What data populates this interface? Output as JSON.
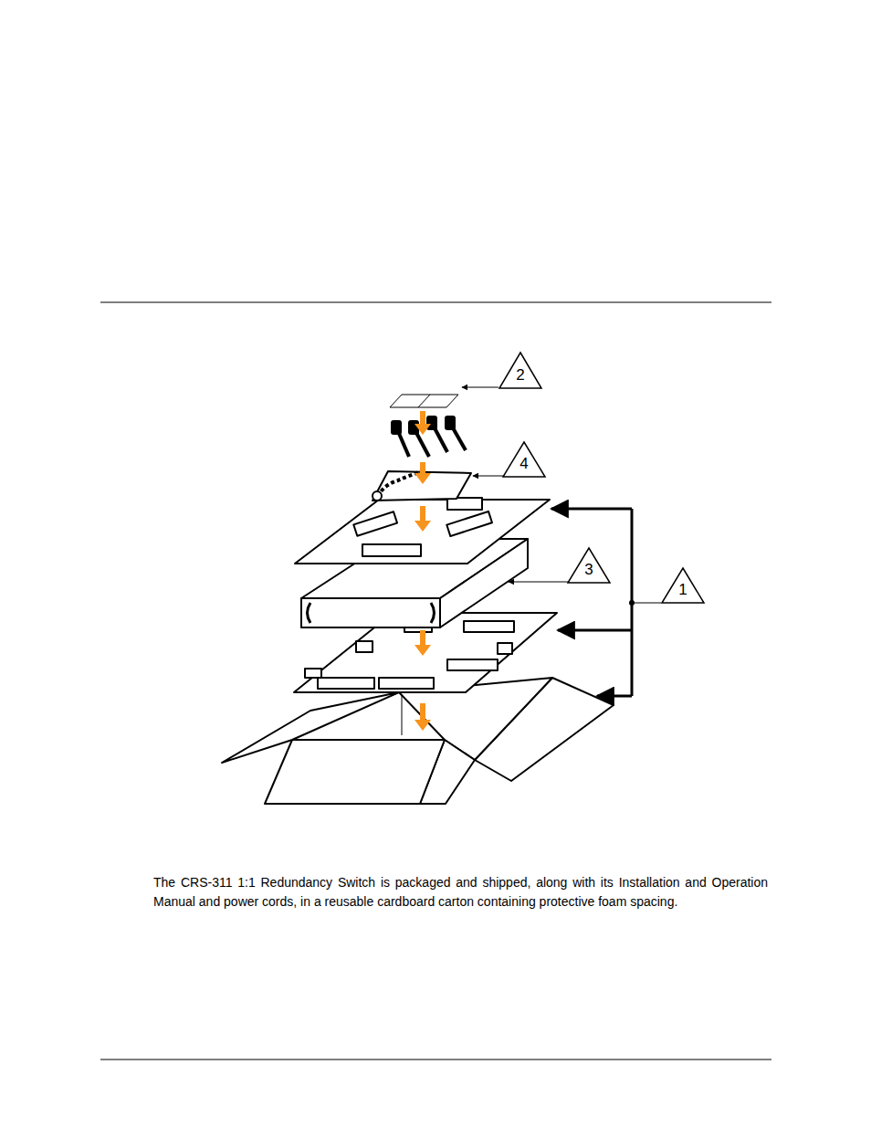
{
  "diagram": {
    "caption": "The CRS-311 1:1 Redundancy Switch is packaged and shipped, along with its Installation and Operation Manual and power cords, in a reusable cardboard carton containing protective foam spacing.",
    "nodes": [
      {
        "text": [
          "2"
        ]
      },
      {
        "text": [
          "4"
        ]
      },
      {
        "text": [
          "3"
        ]
      },
      {
        "text": [
          "1"
        ]
      }
    ]
  }
}
